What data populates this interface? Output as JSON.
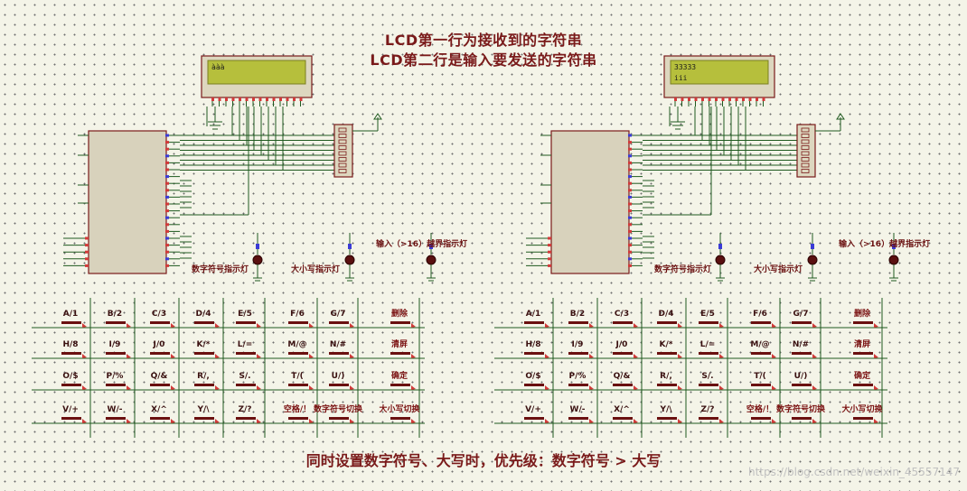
{
  "header": {
    "line1": "LCD第一行为接收到的字符串",
    "line2": "LCD第二行是输入要发送的字符串"
  },
  "footer": {
    "note": "同时设置数字符号、大写时，优先级：数字符号 > 大写",
    "watermark": "https://blog.csdn.net/weixin_45557147"
  },
  "lcd_left": {
    "row1": "ààà",
    "row2": ""
  },
  "lcd_right": {
    "row1": "33333",
    "row2": "iii"
  },
  "indicators": {
    "numsym": "数字符号指示灯",
    "upper": "大小写指示灯",
    "overflow": "输入（>16）越界指示灯"
  },
  "keys": [
    [
      "A/1",
      "B/2",
      "C/3",
      "D/4",
      "E/5",
      "F/6",
      "G/7",
      "删除"
    ],
    [
      "H/8",
      "I/9",
      "J/0",
      "K/*",
      "L/=",
      "M/@",
      "N/#",
      "清屏"
    ],
    [
      "O/$",
      "P/%",
      "Q/&",
      "R/,",
      "S/.",
      "T/(",
      "U/)",
      "确定"
    ],
    [
      "V/+",
      "W/-",
      "X/^",
      "Y/\\",
      "Z/?",
      "空格/！",
      "数字符号切换",
      "大小写切换"
    ]
  ]
}
